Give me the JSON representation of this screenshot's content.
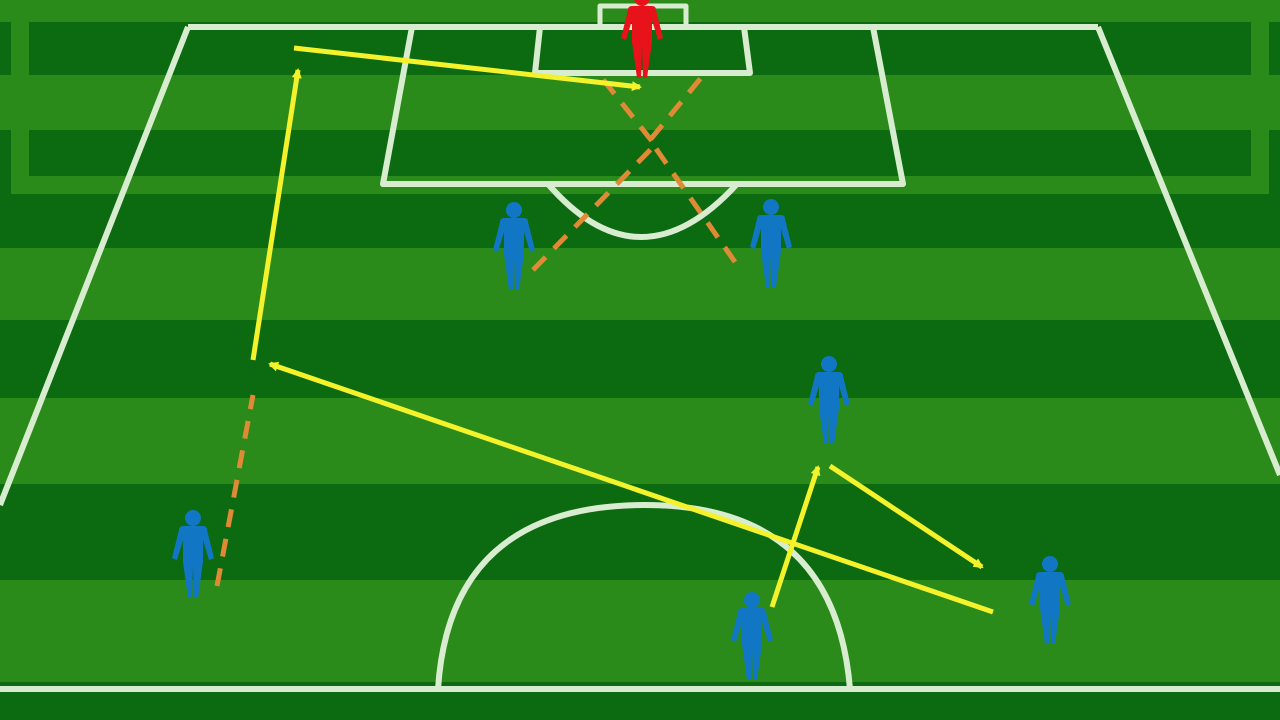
{
  "colors": {
    "stripe_dark": "#0c6a10",
    "stripe_light": "#2a8a1a",
    "line": "#d8ecd0",
    "player": "#1177c4",
    "goalkeeper": "#e8121a",
    "pass": "#f4f22a",
    "run": "#e08a36"
  },
  "players": [
    {
      "name": "player-left-back",
      "role": "attacker"
    },
    {
      "name": "player-center-mid",
      "role": "attacker"
    },
    {
      "name": "player-right-mid",
      "role": "attacker"
    },
    {
      "name": "player-right-forward",
      "role": "attacker"
    },
    {
      "name": "player-striker-left",
      "role": "attacker"
    },
    {
      "name": "player-striker-right",
      "role": "attacker"
    },
    {
      "name": "goalkeeper",
      "role": "goalkeeper"
    }
  ],
  "moves": [
    {
      "type": "pass",
      "from": "player-right-forward",
      "to": "left-wing-zone"
    },
    {
      "type": "pass",
      "from": "left-wing-zone",
      "to": "byline-left"
    },
    {
      "type": "pass",
      "from": "byline-left",
      "to": "six-yard-box"
    },
    {
      "type": "pass",
      "from": "player-center-mid",
      "to": "player-right-mid"
    },
    {
      "type": "pass",
      "from": "player-right-mid",
      "to": "player-right-forward"
    },
    {
      "type": "run",
      "from": "player-left-back",
      "to": "left-wing-zone"
    },
    {
      "type": "run",
      "from": "player-striker-left",
      "to": "far-post"
    },
    {
      "type": "run",
      "from": "player-striker-right",
      "to": "near-post"
    }
  ]
}
